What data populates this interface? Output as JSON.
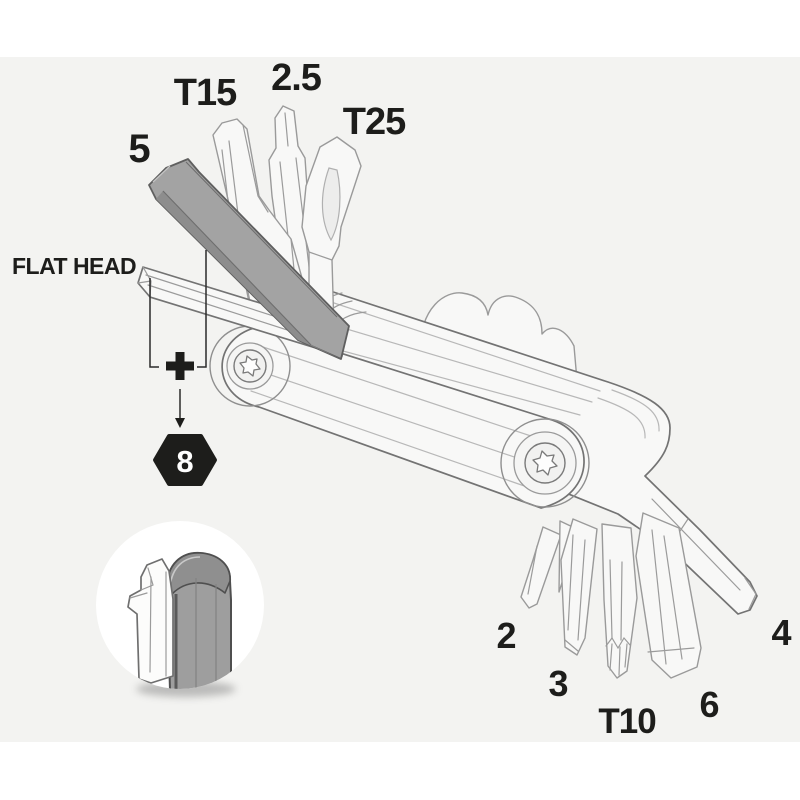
{
  "palette": {
    "page_bg": "#ffffff",
    "stage_bg": "#f3f3f1",
    "ink": "#1d1d1b",
    "badge_text": "#ffffff",
    "outline": "#737373",
    "inner_line": "#b8b8b8",
    "tool_fill": "#f8f8f7",
    "dark_bit_fill": "#a3a3a3"
  },
  "diagram": {
    "subject": "folding multi-tool with fold-out bits",
    "bits_top": [
      {
        "id": "hex-5",
        "label": "5",
        "type": "hex",
        "finish": "dark"
      },
      {
        "id": "torx-t15",
        "label": "T15",
        "type": "torx",
        "finish": "light"
      },
      {
        "id": "hex-2-5",
        "label": "2.5",
        "type": "hex",
        "finish": "light"
      },
      {
        "id": "torx-t25",
        "label": "T25",
        "type": "torx",
        "finish": "light"
      }
    ],
    "bits_bottom": [
      {
        "id": "hex-2",
        "label": "2",
        "type": "hex",
        "finish": "light"
      },
      {
        "id": "hex-3",
        "label": "3",
        "type": "hex",
        "finish": "light"
      },
      {
        "id": "torx-t10",
        "label": "T10",
        "type": "torx",
        "finish": "light"
      },
      {
        "id": "hex-6",
        "label": "6",
        "type": "hex",
        "finish": "light"
      },
      {
        "id": "hex-4",
        "label": "4",
        "type": "hex",
        "finish": "light"
      }
    ],
    "flat_head_label": "FLAT HEAD",
    "combo_callout": {
      "plus_symbol": "+",
      "hex_badge_value": "8",
      "badge_shape": "hexagon"
    },
    "inset": {
      "shape": "magnifier-circle",
      "shows": "flat head blade beside 8mm hex shaft"
    }
  }
}
